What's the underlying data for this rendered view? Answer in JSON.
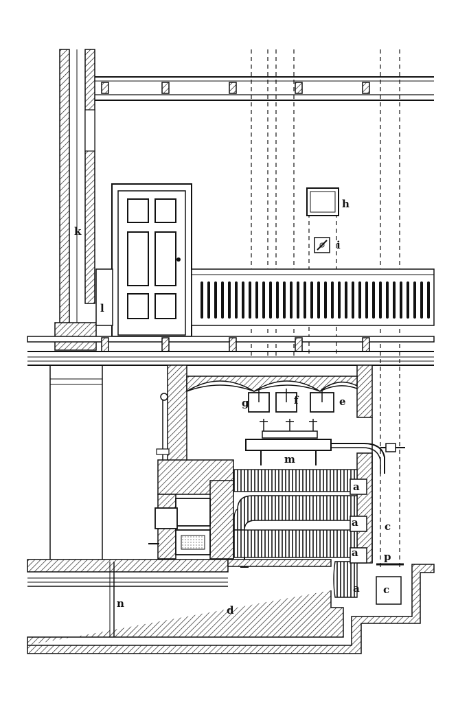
{
  "labels": {
    "k": "k",
    "l": "l",
    "h": "h",
    "i": "i",
    "g": "g",
    "f": "f",
    "e": "e",
    "m": "m",
    "a1": "a",
    "a2": "a",
    "a3": "a",
    "a4": "a",
    "c1": "c",
    "c2": "c",
    "p": "p",
    "d": "d",
    "n": "n"
  }
}
